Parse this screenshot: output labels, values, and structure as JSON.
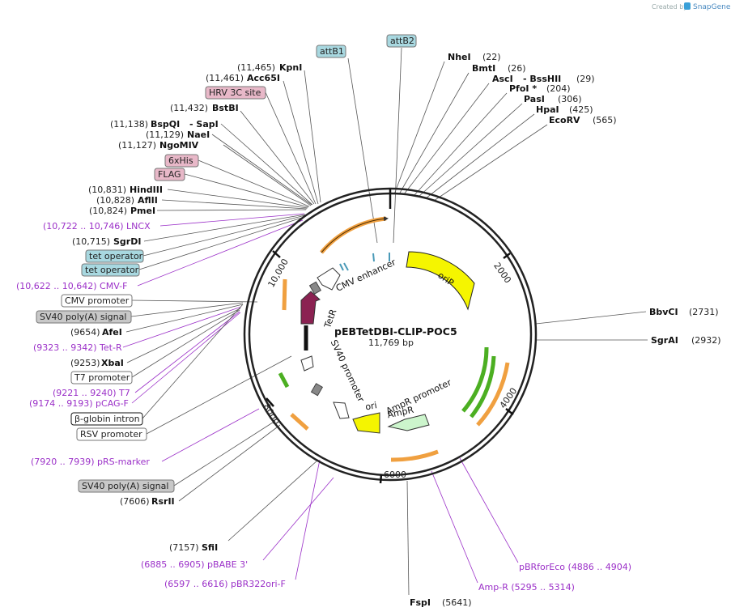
{
  "watermark": "Created by",
  "brand": "SnapGene",
  "plasmid": {
    "name": "pEBTetDBI-CLIP-POC5",
    "size": "11,769 bp"
  },
  "ticks": [
    "2000",
    "4000",
    "6000",
    "8000",
    "10,000"
  ],
  "feature_labels": {
    "cmv_enhancer": "CMV enhancer",
    "orip": "oriP",
    "tetr": "TetR",
    "sv40_promoter": "SV40 promoter",
    "ampr_promoter": "AmpR promoter",
    "ampr": "AmpR",
    "ori": "ori"
  },
  "boxes": {
    "attb1": "attB1",
    "attb2": "attB2",
    "hrv3c": "HRV 3C site",
    "his6": "6xHis",
    "flag": "FLAG",
    "tetop1": "tet operator",
    "tetop2": "tet operator",
    "cmv_promoter": "CMV promoter",
    "sv40_polya1": "SV40 poly(A) signal",
    "t7_promoter": "T7 promoter",
    "bglobin": "β-globin intron",
    "rsv_promoter": "RSV promoter",
    "sv40_polya2": "SV40 poly(A) signal"
  },
  "sites": {
    "kpni": {
      "pos": "(11,465)",
      "name": "KpnI"
    },
    "acc65i": {
      "pos": "(11,461)",
      "name": "Acc65I"
    },
    "bstbi": {
      "pos": "(11,432)",
      "name": "BstBI"
    },
    "bspqi": {
      "pos": "(11,138)",
      "name": "BspQI",
      "alt": "- SapI"
    },
    "naei": {
      "pos": "(11,129)",
      "name": "NaeI"
    },
    "ngomiv": {
      "pos": "(11,127)",
      "name": "NgoMIV"
    },
    "hindiii": {
      "pos": "(10,831)",
      "name": "HindIII"
    },
    "aflii": {
      "pos": "(10,828)",
      "name": "AflII"
    },
    "pmei": {
      "pos": "(10,824)",
      "name": "PmeI"
    },
    "sgrdi": {
      "pos": "(10,715)",
      "name": "SgrDI"
    },
    "afei": {
      "pos": "(9654)",
      "name": "AfeI"
    },
    "xbai": {
      "pos": "(9253)",
      "name": "XbaI"
    },
    "rsrii": {
      "pos": "(7606)",
      "name": "RsrII"
    },
    "sfii": {
      "pos": "(7157)",
      "name": "SfiI"
    },
    "fspi": {
      "pos": "(5641)",
      "name": "FspI"
    },
    "nhei": {
      "pos": "(22)",
      "name": "NheI"
    },
    "bmti": {
      "pos": "(26)",
      "name": "BmtI"
    },
    "asci": {
      "pos": "(29)",
      "name": "AscI",
      "alt": "- BssHII"
    },
    "pfoi": {
      "pos": "(204)",
      "name": "PfoI *"
    },
    "pasi": {
      "pos": "(306)",
      "name": "PasI"
    },
    "hpai": {
      "pos": "(425)",
      "name": "HpaI"
    },
    "ecorv": {
      "pos": "(565)",
      "name": "EcoRV"
    },
    "bbvci": {
      "pos": "(2731)",
      "name": "BbvCI"
    },
    "sgrai": {
      "pos": "(2932)",
      "name": "SgrAI"
    }
  },
  "primers": {
    "lncx": "(10,722 .. 10,746)  LNCX",
    "cmvf": "(10,622 .. 10,642)  CMV-F",
    "tetr": "(9323 .. 9342)  Tet-R",
    "t7": "(9221 .. 9240)  T7",
    "pcagf": "(9174 .. 9193)  pCAG-F",
    "prsmarker": "(7920 .. 7939)  pRS-marker",
    "pbabe3": "(6885 .. 6905)  pBABE 3'",
    "pbr322": "(6597 .. 6616)  pBR322ori-F",
    "amprp": "Amp-R   (5295 .. 5314)",
    "pbrforeco": "pBRforEco   (4886 .. 4904)"
  },
  "colors": {
    "primer": "#9b30c8",
    "orip": "#f5f500",
    "tetr": "#8b2252",
    "green": "#4caf22",
    "orange": "#f0a040",
    "ori": "#f5f500",
    "ampr": "#ccf5cc",
    "box_blue": "#a8d8e0",
    "box_pink": "#e8b8c8",
    "box_gray": "#c8c8c8"
  }
}
